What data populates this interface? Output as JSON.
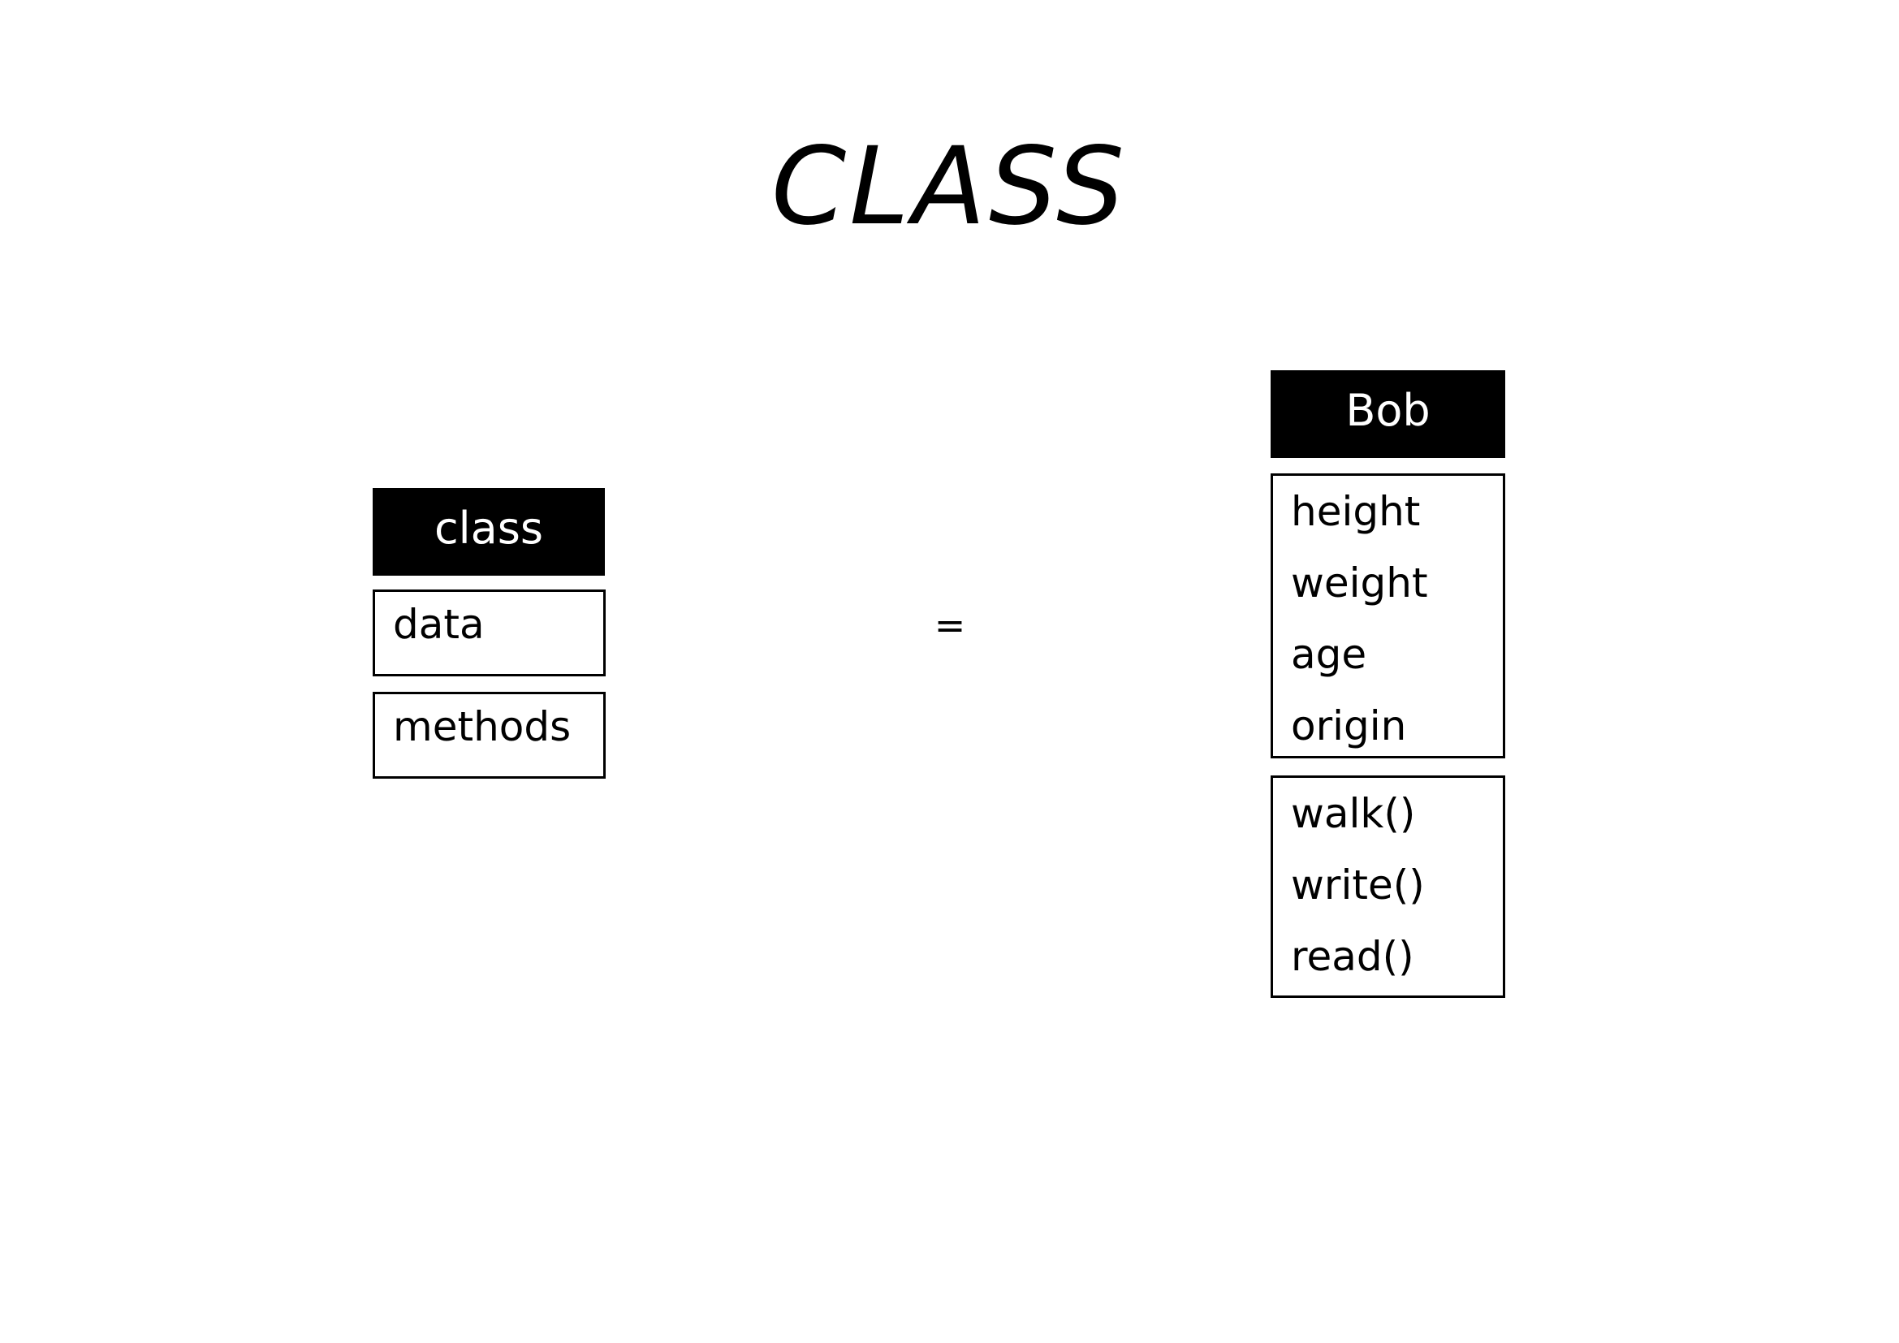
{
  "title": "CLASS",
  "generic_class": {
    "name": "class",
    "sections": [
      "data",
      "methods"
    ]
  },
  "equals_sign": "=",
  "example_class": {
    "name": "Bob",
    "attributes": [
      "height",
      "weight",
      "age",
      "origin"
    ],
    "methods": [
      "walk()",
      "write()",
      "read()"
    ]
  }
}
